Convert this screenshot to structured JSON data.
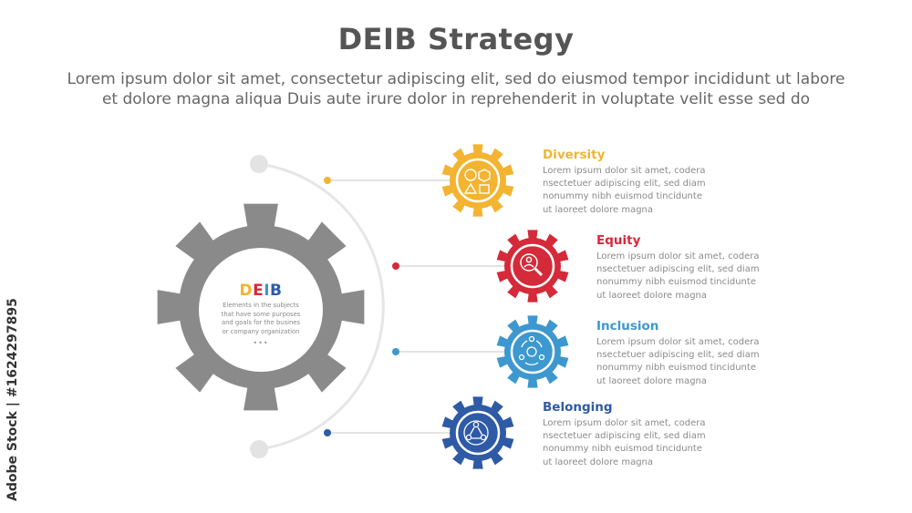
{
  "title": "DEIB Strategy",
  "subtitle_line1": "Lorem ipsum dolor sit amet, consectetur adipiscing elit, sed do eiusmod tempor incididunt ut labore",
  "subtitle_line2": "et dolore magna aliqua Duis aute irure dolor in reprehenderit in voluptate velit esse sed do",
  "center": {
    "letters": [
      "D",
      "E",
      "I",
      "B"
    ],
    "body_lines": [
      "Elements in the subjects",
      "that have some purposes",
      "and goals for the busines",
      "or company organization"
    ],
    "ellipsis": "•••"
  },
  "items": [
    {
      "title": "Diversity",
      "color": "#f2b431",
      "icon": "shapes-icon",
      "desc": [
        "Lorem ipsum dolor sit amet, codera",
        "nsectetuer adipiscing elit, sed diam",
        "nonummy nibh euismod tincidunte",
        "ut laoreet dolore magna"
      ]
    },
    {
      "title": "Equity",
      "color": "#d42a39",
      "icon": "magnifier-person-icon",
      "desc": [
        "Lorem ipsum dolor sit amet, codera",
        "nsectetuer adipiscing elit, sed diam",
        "nonummy nibh euismod tincidunte",
        "ut laoreet dolore magna"
      ]
    },
    {
      "title": "Inclusion",
      "color": "#3d98cf",
      "icon": "people-cycle-icon",
      "desc": [
        "Lorem ipsum dolor sit amet, codera",
        "nsectetuer adipiscing elit, sed diam",
        "nonummy nibh euismod tincidunte",
        "ut laoreet dolore magna"
      ]
    },
    {
      "title": "Belonging",
      "color": "#2e5aa6",
      "icon": "network-people-icon",
      "desc": [
        "Lorem ipsum dolor sit amet, codera",
        "nsectetuer adipiscing elit, sed diam",
        "nonummy nibh euismod tincidunte",
        "ut laoreet dolore magna"
      ]
    }
  ],
  "colors": {
    "gear_main": "#8a8a8a",
    "arc": "#e6e6e6",
    "title": "#555555"
  },
  "watermark": "Adobe Stock | #1624297895"
}
